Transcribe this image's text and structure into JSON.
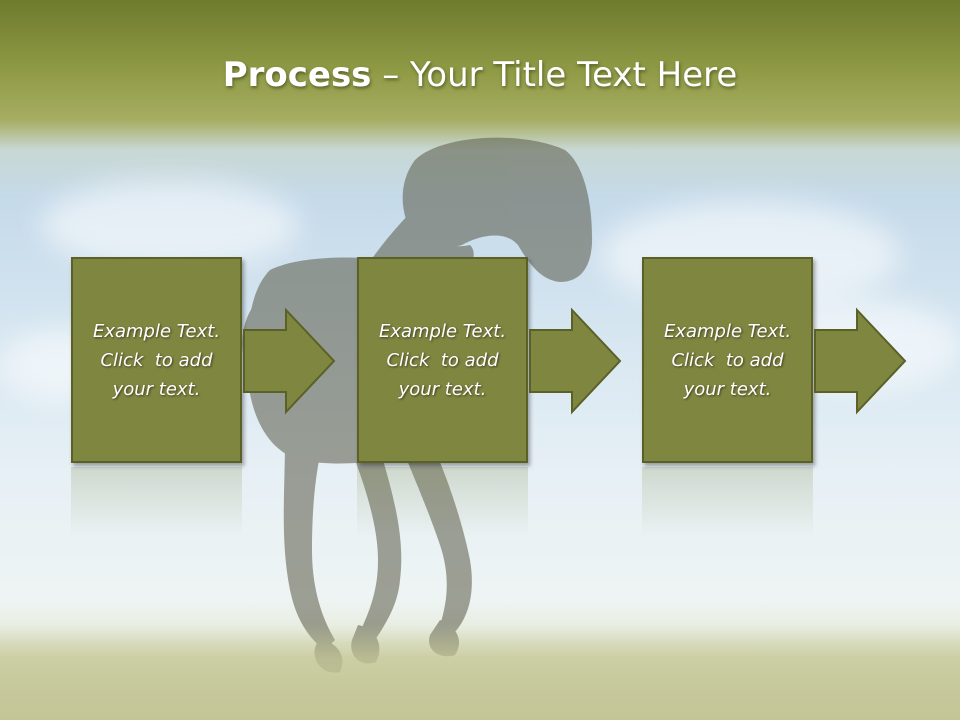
{
  "title": {
    "bold": "Process",
    "rest": " – Your Title Text Here"
  },
  "steps": [
    {
      "line1": "Example Text.",
      "line2": "Click  to add",
      "line3": "your text."
    },
    {
      "line1": "Example Text.",
      "line2": "Click  to add",
      "line3": "your text."
    },
    {
      "line1": "Example Text.",
      "line2": "Click  to add",
      "line3": "your text."
    }
  ],
  "colors": {
    "header": "#7a8436",
    "box_fill": "#7f8640",
    "box_border": "#5b6126",
    "sky": "#c5daea"
  },
  "background_image": "galloping-horse-in-grass-field"
}
